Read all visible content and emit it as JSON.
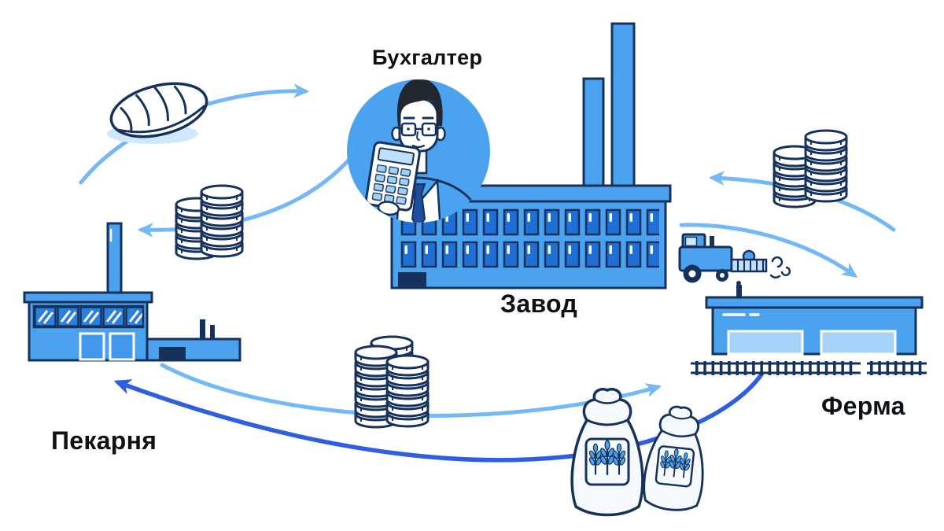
{
  "diagram": {
    "type": "economic-cycle-infographic",
    "background": "#ffffff"
  },
  "labels": {
    "accountant": "Бухгалтер",
    "factory": "Завод",
    "farm": "Ферма",
    "bakery": "Пекарня"
  },
  "colors": {
    "primary_blue": "#4ba3f0",
    "window_blue": "#1f6fd4",
    "pale_blue": "#cfe8fd",
    "door_blue": "#a5d4f8",
    "outline_navy": "#16325c",
    "hair_dark": "#23272f",
    "arrow_light": "#74b8f5",
    "arrow_dark": "#2d5fe0",
    "text": "#0e1116",
    "sack_white": "#f6f9fd"
  },
  "icons": [
    {
      "name": "bread-icon"
    },
    {
      "name": "coins-stack-icon"
    },
    {
      "name": "accountant-avatar-icon"
    },
    {
      "name": "calculator-icon"
    },
    {
      "name": "factory-icon"
    },
    {
      "name": "combine-harvester-icon"
    },
    {
      "name": "farm-icon"
    },
    {
      "name": "fence-icon"
    },
    {
      "name": "bakery-icon"
    },
    {
      "name": "grain-sack-icon"
    },
    {
      "name": "wheat-icon"
    }
  ],
  "flows": [
    {
      "from": "bakery-side",
      "to": "accountant",
      "color": "light"
    },
    {
      "from": "accountant",
      "to": "bakery",
      "color": "light"
    },
    {
      "from": "right-coins",
      "to": "factory",
      "color": "light"
    },
    {
      "from": "factory",
      "to": "farm",
      "color": "light"
    },
    {
      "from": "bakery",
      "to": "farm",
      "color": "light"
    },
    {
      "from": "farm",
      "to": "bakery",
      "color": "dark"
    }
  ]
}
